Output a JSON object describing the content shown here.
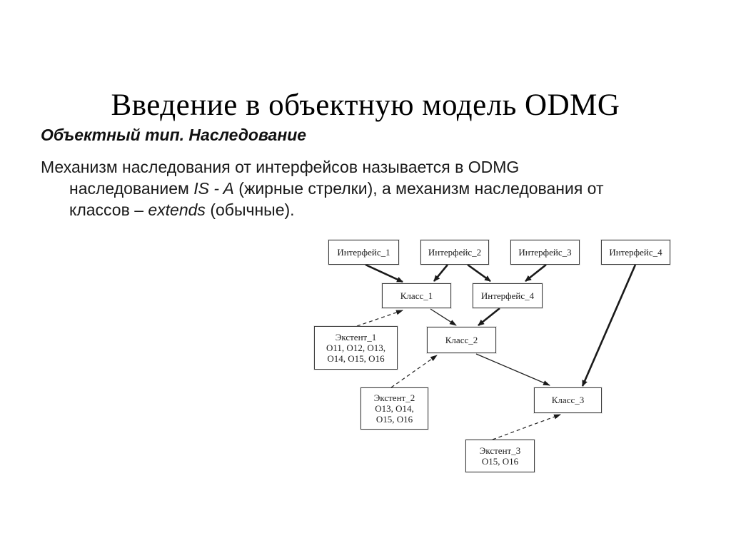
{
  "title": "Введение в объектную модель ODMG",
  "heading": "Объектный тип. Наследование",
  "paragraph": {
    "line1": "Механизм наследования от интерфейсов называется в ODMG",
    "line2_pre": "наследованием ",
    "line2_italic": "IS - A",
    "line2_post": " (жирные стрелки), а механизм наследования от",
    "line3_pre": "классов – ",
    "line3_italic": "extends",
    "line3_post": " (обычные)."
  },
  "colors": {
    "background": "#ffffff",
    "text": "#191919",
    "box_border": "#3c3c3c"
  },
  "diagram": {
    "nodes": {
      "iface1": {
        "label": "Интерфейс_1"
      },
      "iface2": {
        "label": "Интерфейс_2"
      },
      "iface3": {
        "label": "Интерфейс_3"
      },
      "iface4_top": {
        "label": "Интерфейс_4"
      },
      "klass1": {
        "label": "Класс_1"
      },
      "iface4_mid": {
        "label": "Интерфейс_4"
      },
      "ext1": {
        "title": "Экстент_1",
        "line1": "О11, О12, О13,",
        "line2": "О14, О15, О16"
      },
      "klass2": {
        "label": "Класс_2"
      },
      "ext2": {
        "title": "Экстент_2",
        "line1": "О13, О14,",
        "line2": "О15, О16"
      },
      "klass3": {
        "label": "Класс_3"
      },
      "ext3": {
        "title": "Экстент_3",
        "line1": "О15, О16"
      }
    },
    "edges": [
      {
        "from": "Интерфейс_1",
        "to": "Класс_1",
        "type": "IS-A (bold)"
      },
      {
        "from": "Интерфейс_2",
        "to": "Класс_1",
        "type": "IS-A (bold)"
      },
      {
        "from": "Интерфейс_2",
        "to": "Интерфейс_4",
        "type": "IS-A (bold)"
      },
      {
        "from": "Интерфейс_3",
        "to": "Интерфейс_4",
        "type": "IS-A (bold)"
      },
      {
        "from": "Интерфейс_4 (середина)",
        "to": "Класс_2",
        "type": "IS-A (bold)"
      },
      {
        "from": "Интерфейс_4 (верх)",
        "to": "Класс_3",
        "type": "IS-A (bold)"
      },
      {
        "from": "Класс_1",
        "to": "Класс_2",
        "type": "extends (thin)"
      },
      {
        "from": "Класс_2",
        "to": "Класс_3",
        "type": "extends (thin)"
      },
      {
        "from": "Экстент_1",
        "to": "Класс_1",
        "type": "extent (dashed)"
      },
      {
        "from": "Экстент_2",
        "to": "Класс_2",
        "type": "extent (dashed)"
      },
      {
        "from": "Экстент_3",
        "to": "Класс_3",
        "type": "extent (dashed)"
      }
    ]
  }
}
